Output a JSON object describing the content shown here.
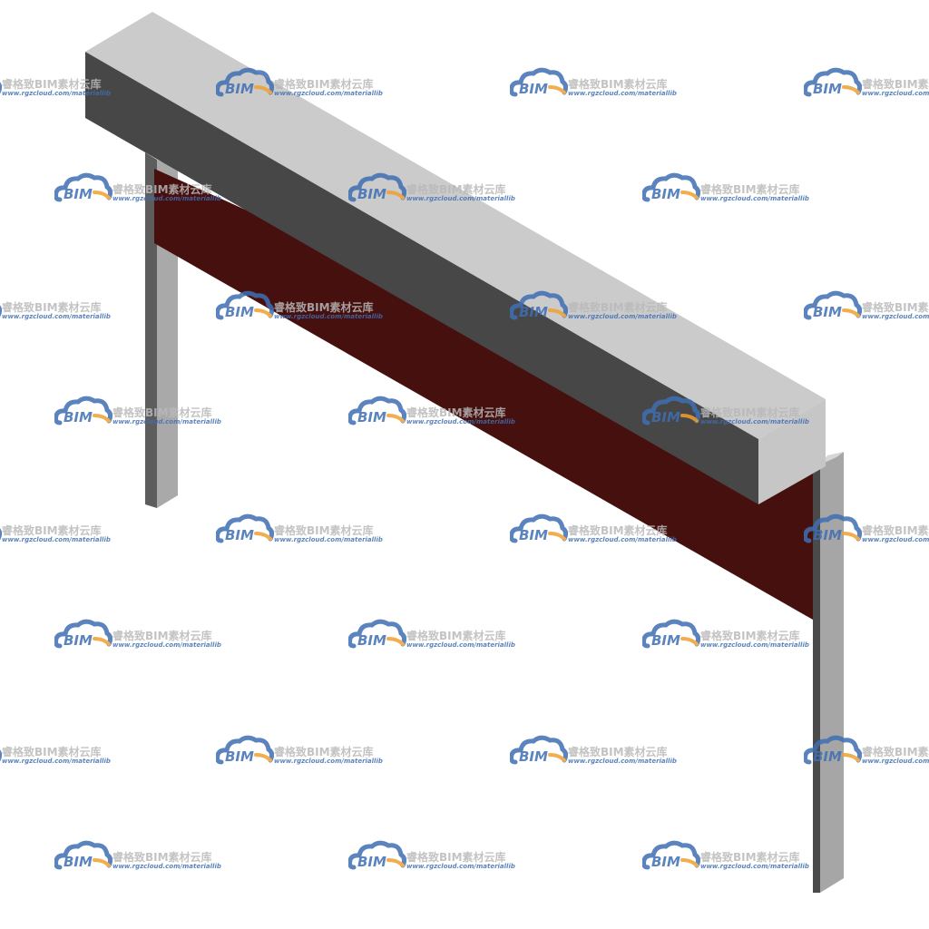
{
  "watermark": {
    "logo_text": "BIM",
    "title": "睿格致BIM素材云库",
    "url": "www.rgzcloud.com/materiallib"
  },
  "colors": {
    "beam_top": "#cbcbcb",
    "beam_front": "#474747",
    "beam_end": "#c4c4c4",
    "panel": "#46100f",
    "post_light": "#a8a8a8",
    "post_dark": "#5a5a5a",
    "wm_blue": "#3f6fb4",
    "wm_orange": "#f0a030"
  }
}
